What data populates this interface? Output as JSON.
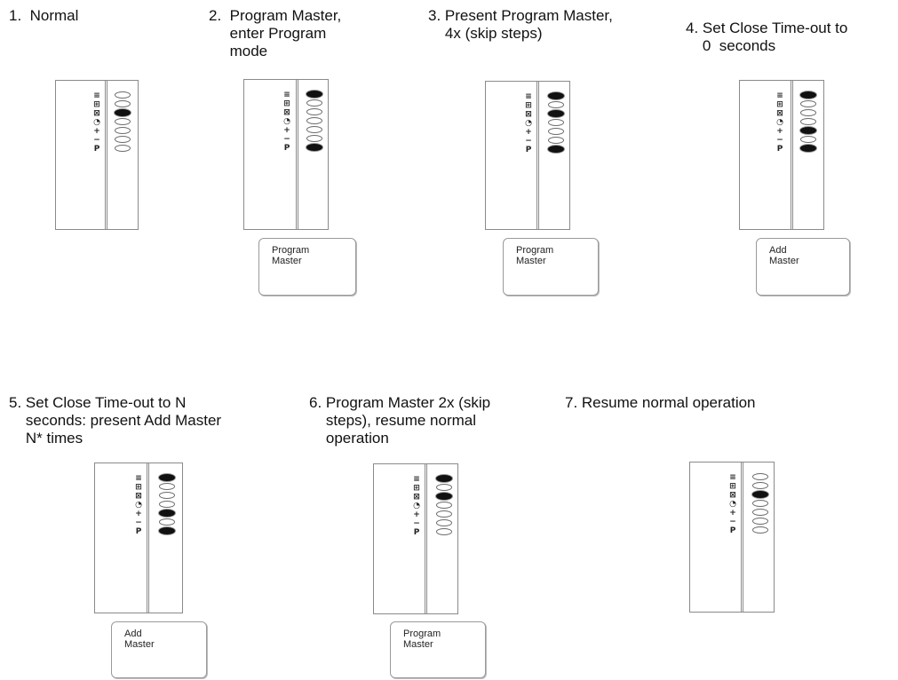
{
  "icon_glyphs": [
    "≡",
    "⊞",
    "⊠",
    "◔",
    "+",
    "−",
    "P"
  ],
  "steps": [
    {
      "title": "1.  Normal",
      "leds": [
        0,
        0,
        1,
        0,
        0,
        0,
        0
      ],
      "badge": null
    },
    {
      "title": "2.  Program Master,\n     enter Program\n     mode",
      "leds": [
        1,
        0,
        0,
        0,
        0,
        0,
        1
      ],
      "badge": "Program\nMaster"
    },
    {
      "title": "3. Present Program Master,\n    4x (skip steps)",
      "leds": [
        1,
        0,
        1,
        0,
        0,
        0,
        1
      ],
      "badge": "Program\nMaster"
    },
    {
      "title": "4. Set Close Time-out to\n    0  seconds",
      "leds": [
        1,
        0,
        0,
        0,
        1,
        0,
        1
      ],
      "badge": "Add\nMaster"
    },
    {
      "title": "5. Set Close Time-out to N\n    seconds: present Add Master\n    N* times",
      "leds": [
        1,
        0,
        0,
        0,
        1,
        0,
        1
      ],
      "badge": "Add\nMaster"
    },
    {
      "title": "6. Program Master 2x (skip\n    steps), resume normal\n    operation",
      "leds": [
        1,
        0,
        1,
        0,
        0,
        0,
        0
      ],
      "badge": "Program\nMaster"
    },
    {
      "title": "7. Resume normal operation",
      "leds": [
        0,
        0,
        1,
        0,
        0,
        0,
        0
      ],
      "badge": null
    }
  ]
}
